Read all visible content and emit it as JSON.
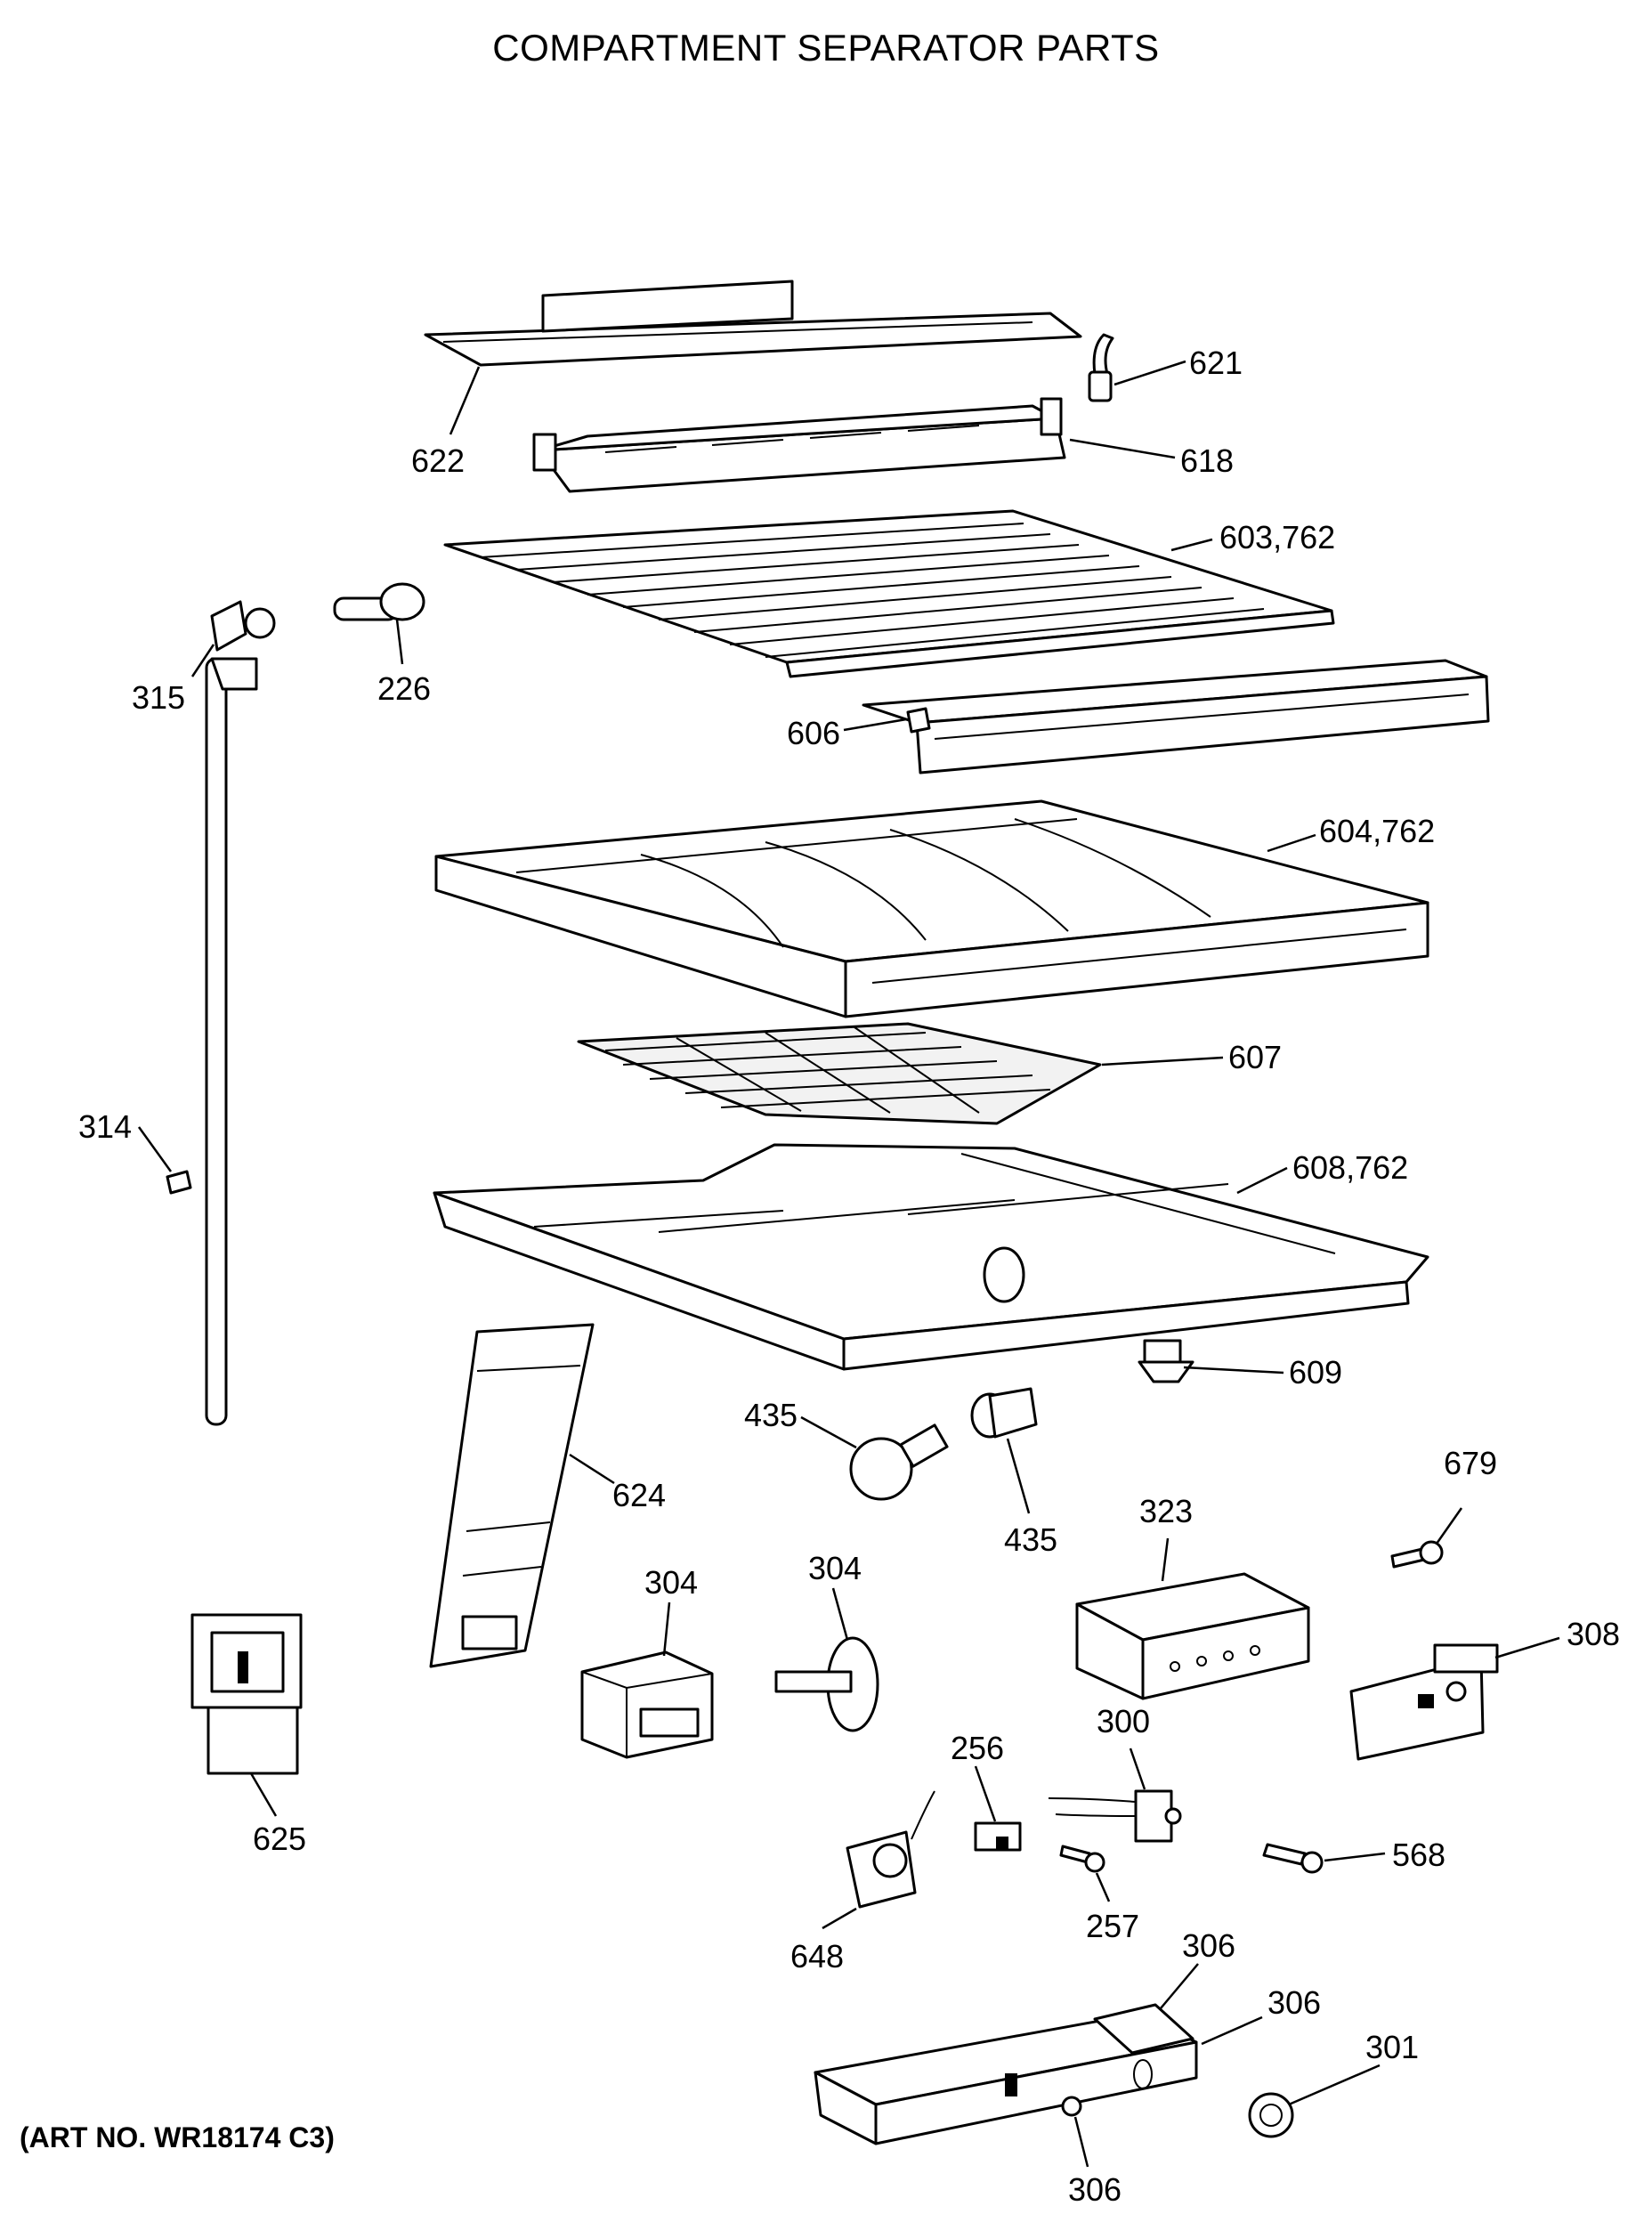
{
  "title": "COMPARTMENT SEPARATOR PARTS",
  "art_number": "(ART NO. WR18174 C3)",
  "callouts": [
    {
      "id": "621",
      "text": "621"
    },
    {
      "id": "622",
      "text": "622"
    },
    {
      "id": "618",
      "text": "618"
    },
    {
      "id": "603",
      "text": "603,762"
    },
    {
      "id": "315",
      "text": "315"
    },
    {
      "id": "226",
      "text": "226"
    },
    {
      "id": "606",
      "text": "606"
    },
    {
      "id": "604",
      "text": "604,762"
    },
    {
      "id": "607",
      "text": "607"
    },
    {
      "id": "314",
      "text": "314"
    },
    {
      "id": "608",
      "text": "608,762"
    },
    {
      "id": "609",
      "text": "609"
    },
    {
      "id": "435a",
      "text": "435"
    },
    {
      "id": "435b",
      "text": "435"
    },
    {
      "id": "624",
      "text": "624"
    },
    {
      "id": "679",
      "text": "679"
    },
    {
      "id": "323",
      "text": "323"
    },
    {
      "id": "304a",
      "text": "304"
    },
    {
      "id": "304b",
      "text": "304"
    },
    {
      "id": "308",
      "text": "308"
    },
    {
      "id": "625",
      "text": "625"
    },
    {
      "id": "256",
      "text": "256"
    },
    {
      "id": "300",
      "text": "300"
    },
    {
      "id": "568",
      "text": "568"
    },
    {
      "id": "257",
      "text": "257"
    },
    {
      "id": "648",
      "text": "648"
    },
    {
      "id": "306a",
      "text": "306"
    },
    {
      "id": "306b",
      "text": "306"
    },
    {
      "id": "301",
      "text": "301"
    },
    {
      "id": "306c",
      "text": "306"
    }
  ]
}
